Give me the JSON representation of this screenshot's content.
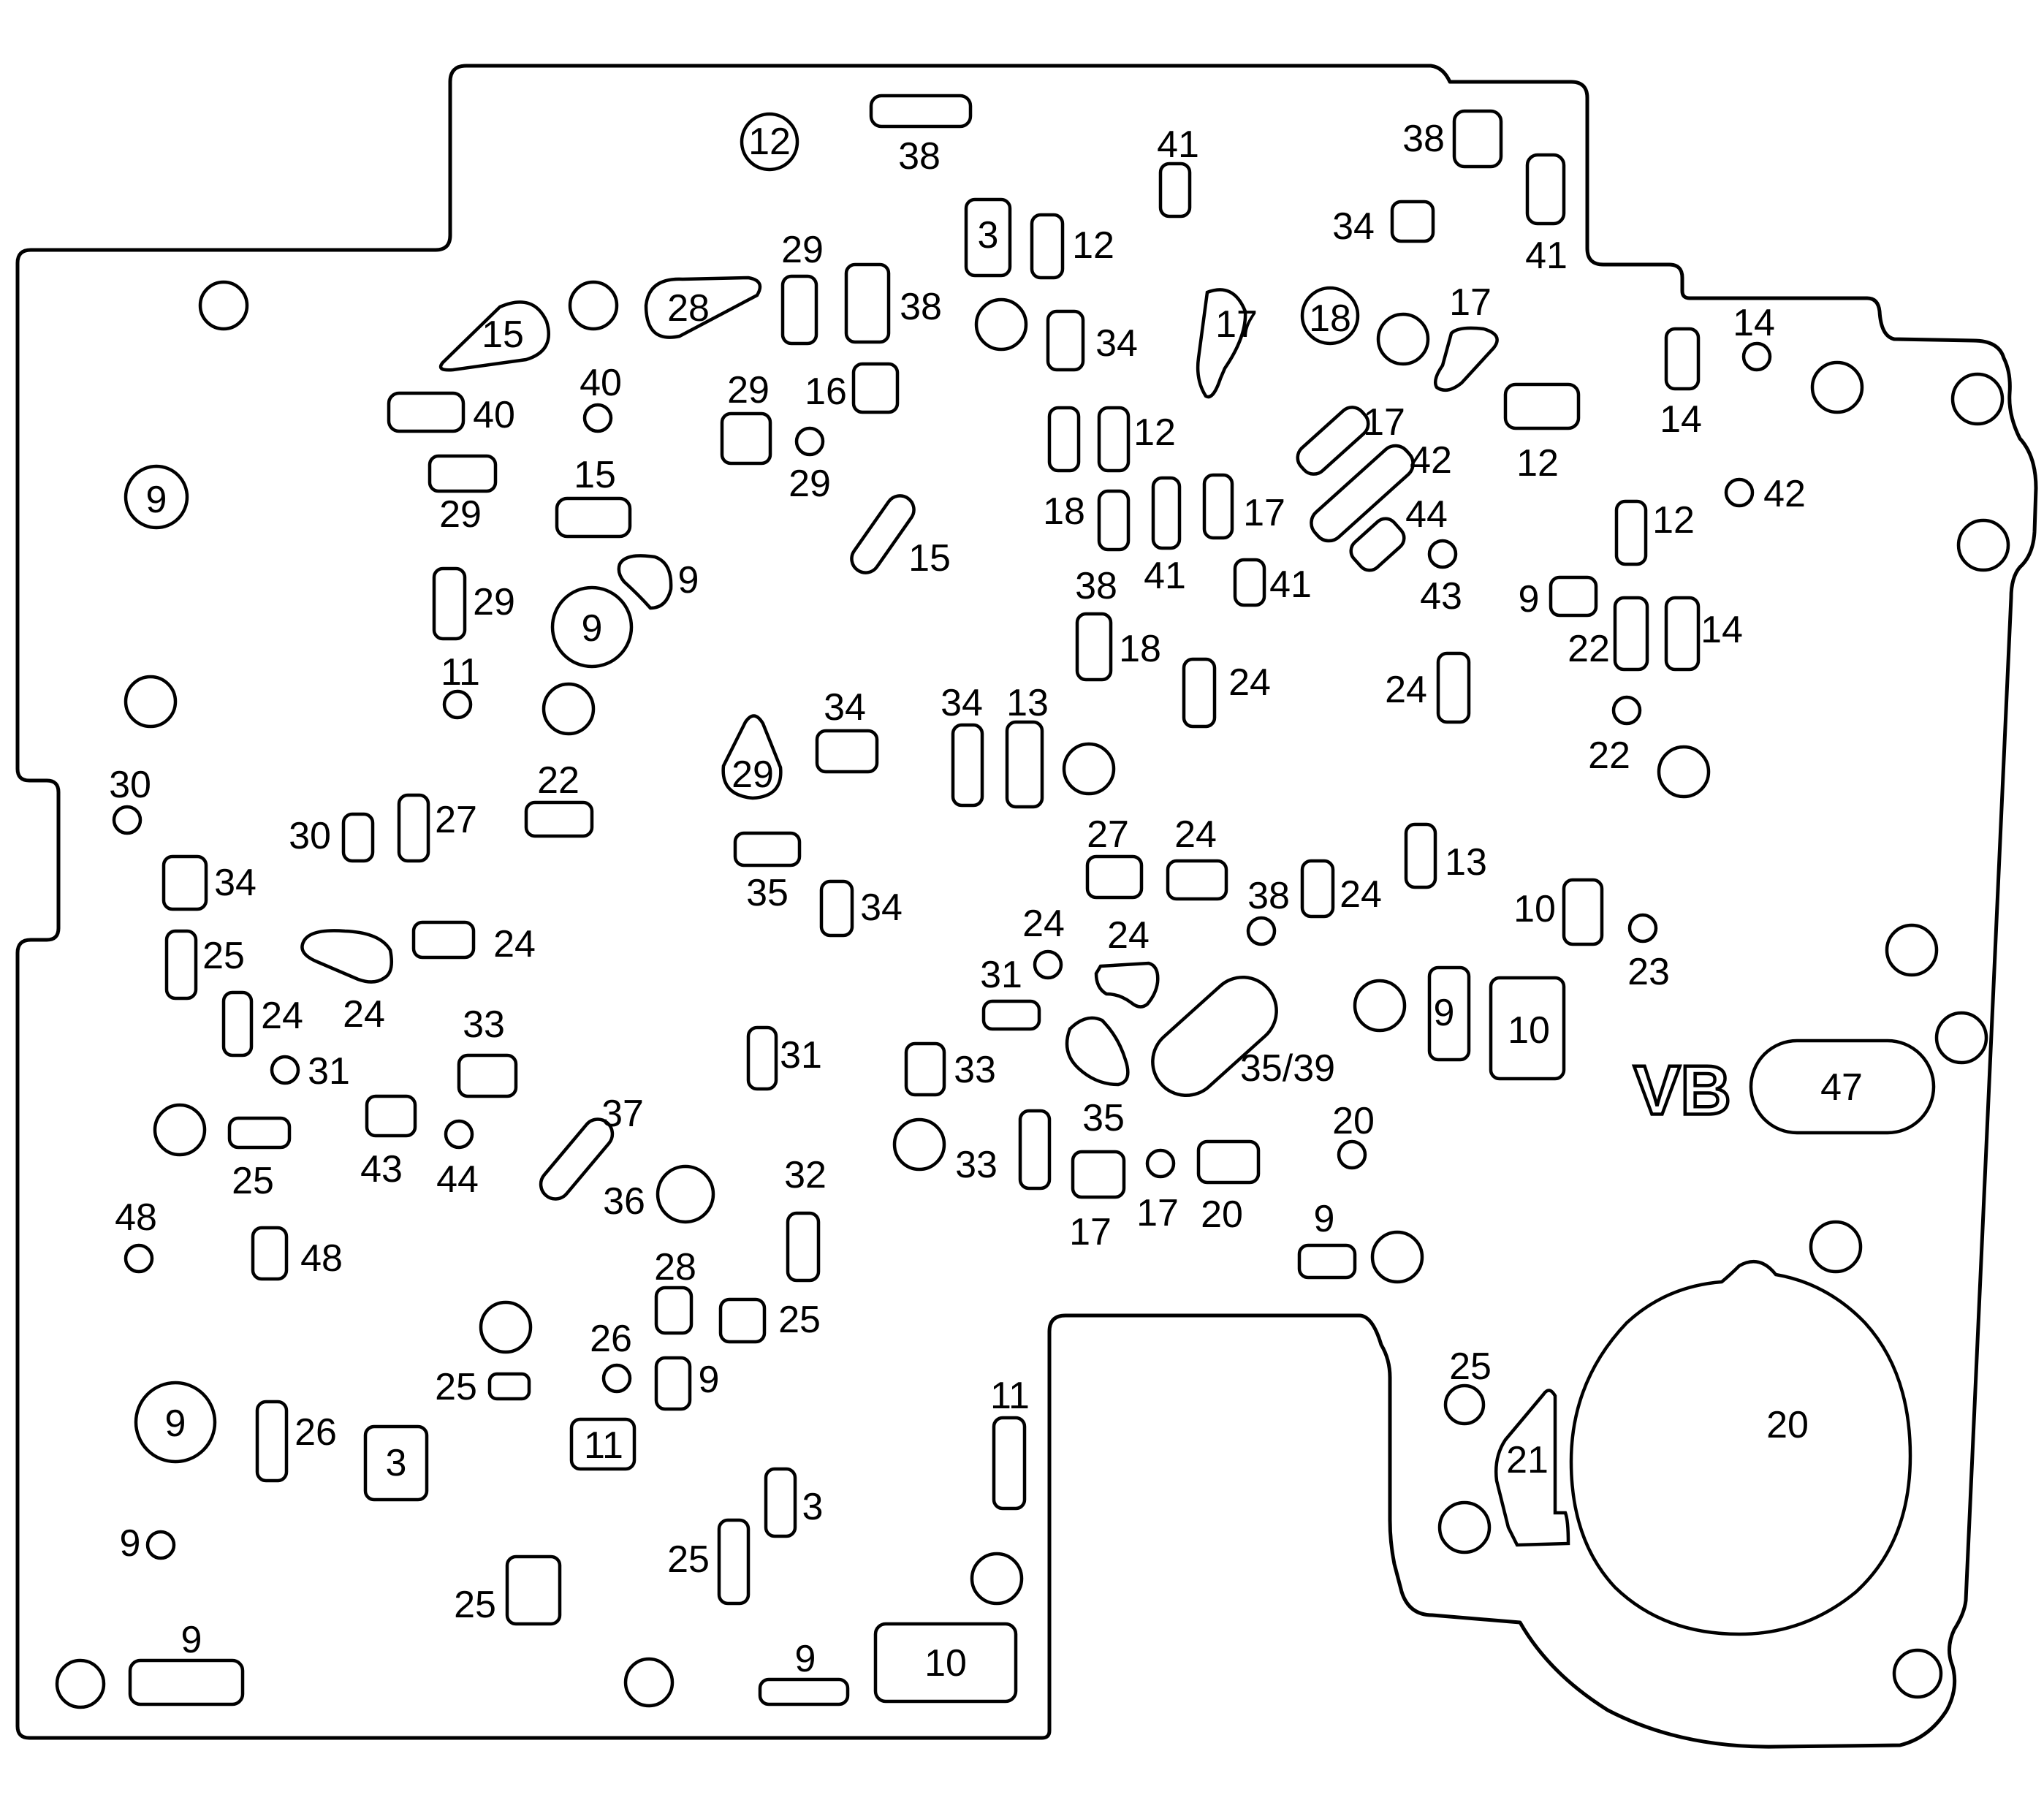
{
  "diagram": {
    "marking": "VB",
    "labels": [
      {
        "id": "circ-12",
        "text": "12"
      },
      {
        "id": "l-38-top",
        "text": "38"
      },
      {
        "id": "l-41-top",
        "text": "41"
      },
      {
        "id": "l-38-tr",
        "text": "38"
      },
      {
        "id": "l-34-tr",
        "text": "34"
      },
      {
        "id": "l-41-tr",
        "text": "41"
      },
      {
        "id": "box-3-top",
        "text": "3"
      },
      {
        "id": "l-12-a",
        "text": "12"
      },
      {
        "id": "l-29-a",
        "text": "29"
      },
      {
        "id": "tri-28",
        "text": "28"
      },
      {
        "id": "l-38-b",
        "text": "38"
      },
      {
        "id": "l-34-a",
        "text": "34"
      },
      {
        "id": "tri-15-a",
        "text": "15"
      },
      {
        "id": "tri-17-a",
        "text": "17"
      },
      {
        "id": "circ-18",
        "text": "18"
      },
      {
        "id": "l-17-b",
        "text": "17"
      },
      {
        "id": "l-14-a",
        "text": "14"
      },
      {
        "id": "l-40-a",
        "text": "40"
      },
      {
        "id": "l-40-b",
        "text": "40"
      },
      {
        "id": "l-29-b",
        "text": "29"
      },
      {
        "id": "l-16",
        "text": "16"
      },
      {
        "id": "l-29-c",
        "text": "29"
      },
      {
        "id": "l-12-b",
        "text": "12"
      },
      {
        "id": "l-17-c",
        "text": "17"
      },
      {
        "id": "l-42-a",
        "text": "42"
      },
      {
        "id": "l-12-c",
        "text": "12"
      },
      {
        "id": "l-14-b",
        "text": "14"
      },
      {
        "id": "circ-9-a",
        "text": "9"
      },
      {
        "id": "l-15-b",
        "text": "15"
      },
      {
        "id": "l-29-d",
        "text": "29"
      },
      {
        "id": "l-15-c",
        "text": "15"
      },
      {
        "id": "l-18-a",
        "text": "18"
      },
      {
        "id": "l-41-b",
        "text": "41"
      },
      {
        "id": "l-17-d",
        "text": "17"
      },
      {
        "id": "l-44-a",
        "text": "44"
      },
      {
        "id": "l-43-a",
        "text": "43"
      },
      {
        "id": "l-42-b",
        "text": "42"
      },
      {
        "id": "l-12-d",
        "text": "12"
      },
      {
        "id": "l-9-a",
        "text": "9"
      },
      {
        "id": "l-29-e",
        "text": "29"
      },
      {
        "id": "circ-9-b",
        "text": "9"
      },
      {
        "id": "l-38-c",
        "text": "38"
      },
      {
        "id": "l-41-c",
        "text": "41"
      },
      {
        "id": "l-9-b",
        "text": "9"
      },
      {
        "id": "l-22-a",
        "text": "22"
      },
      {
        "id": "l-14-c",
        "text": "14"
      },
      {
        "id": "l-11-a",
        "text": "11"
      },
      {
        "id": "l-18-b",
        "text": "18"
      },
      {
        "id": "l-24-a",
        "text": "24"
      },
      {
        "id": "l-24-b",
        "text": "24"
      },
      {
        "id": "l-34-b",
        "text": "34"
      },
      {
        "id": "l-34-c",
        "text": "34"
      },
      {
        "id": "l-13-a",
        "text": "13"
      },
      {
        "id": "l-22-b",
        "text": "22"
      },
      {
        "id": "l-30-a",
        "text": "30"
      },
      {
        "id": "tri-29",
        "text": "29"
      },
      {
        "id": "l-22-c",
        "text": "22"
      },
      {
        "id": "l-27-a",
        "text": "27"
      },
      {
        "id": "l-30-b",
        "text": "30"
      },
      {
        "id": "l-27-b",
        "text": "27"
      },
      {
        "id": "l-24-c",
        "text": "24"
      },
      {
        "id": "l-13-b",
        "text": "13"
      },
      {
        "id": "l-34-d",
        "text": "34"
      },
      {
        "id": "l-35-a",
        "text": "35"
      },
      {
        "id": "l-34-e",
        "text": "34"
      },
      {
        "id": "l-38-d",
        "text": "38"
      },
      {
        "id": "l-24-d",
        "text": "24"
      },
      {
        "id": "l-10-a",
        "text": "10"
      },
      {
        "id": "l-23",
        "text": "23"
      },
      {
        "id": "l-25-a",
        "text": "25"
      },
      {
        "id": "l-24-e",
        "text": "24"
      },
      {
        "id": "l-24-f",
        "text": "24"
      },
      {
        "id": "l-24-g",
        "text": "24"
      },
      {
        "id": "l-24-h",
        "text": "24"
      },
      {
        "id": "l-31-a",
        "text": "31"
      },
      {
        "id": "box-9-mid",
        "text": "9"
      },
      {
        "id": "box-10-mid",
        "text": "10"
      },
      {
        "id": "l-33-a",
        "text": "33"
      },
      {
        "id": "l-31-b",
        "text": "31"
      },
      {
        "id": "l-24-i",
        "text": "24"
      },
      {
        "id": "l-31-c",
        "text": "31"
      },
      {
        "id": "l-33-b",
        "text": "33"
      },
      {
        "id": "l-35-39",
        "text": "35/39"
      },
      {
        "id": "pill-47",
        "text": "47"
      },
      {
        "id": "l-37",
        "text": "37"
      },
      {
        "id": "l-35-b",
        "text": "35"
      },
      {
        "id": "l-20-a",
        "text": "20"
      },
      {
        "id": "l-25-b",
        "text": "25"
      },
      {
        "id": "l-43-b",
        "text": "43"
      },
      {
        "id": "l-44-b",
        "text": "44"
      },
      {
        "id": "l-36",
        "text": "36"
      },
      {
        "id": "l-32",
        "text": "32"
      },
      {
        "id": "l-33-c",
        "text": "33"
      },
      {
        "id": "l-17-e",
        "text": "17"
      },
      {
        "id": "l-17-f",
        "text": "17"
      },
      {
        "id": "l-20-b",
        "text": "20"
      },
      {
        "id": "l-48-a",
        "text": "48"
      },
      {
        "id": "l-48-b",
        "text": "48"
      },
      {
        "id": "l-9-c",
        "text": "9"
      },
      {
        "id": "l-28-b",
        "text": "28"
      },
      {
        "id": "l-25-c",
        "text": "25"
      },
      {
        "id": "l-26-a",
        "text": "26"
      },
      {
        "id": "l-25-d",
        "text": "25"
      },
      {
        "id": "l-9-d",
        "text": "9"
      },
      {
        "id": "l-25-e",
        "text": "25"
      },
      {
        "id": "l-11-b",
        "text": "11"
      },
      {
        "id": "circ-9-c",
        "text": "9"
      },
      {
        "id": "l-26-b",
        "text": "26"
      },
      {
        "id": "box-3-a",
        "text": "3"
      },
      {
        "id": "box-11",
        "text": "11"
      },
      {
        "id": "l-20-c",
        "text": "20"
      },
      {
        "id": "l-21",
        "text": "21"
      },
      {
        "id": "l-3-b",
        "text": "3"
      },
      {
        "id": "l-9-e",
        "text": "9"
      },
      {
        "id": "l-25-f",
        "text": "25"
      },
      {
        "id": "l-25-g",
        "text": "25"
      },
      {
        "id": "l-9-f",
        "text": "9"
      },
      {
        "id": "l-9-g",
        "text": "9"
      },
      {
        "id": "box-10-bottom",
        "text": "10"
      }
    ]
  }
}
